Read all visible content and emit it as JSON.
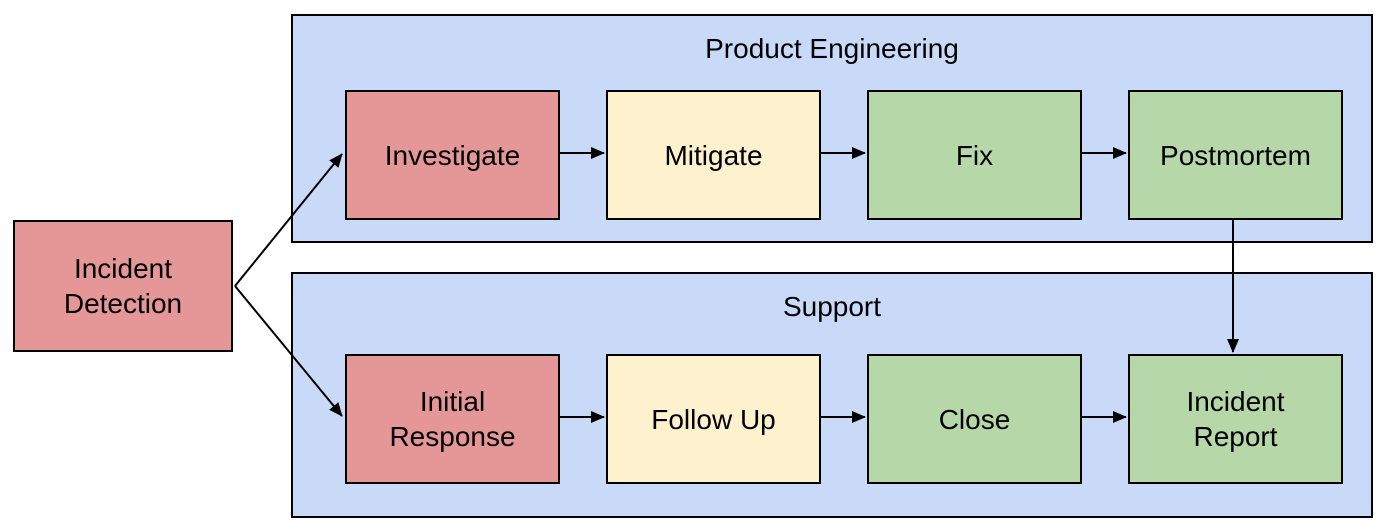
{
  "diagram": {
    "nodes": {
      "incident_detection": "Incident\nDetection",
      "investigate": "Investigate",
      "mitigate": "Mitigate",
      "fix": "Fix",
      "postmortem": "Postmortem",
      "initial_response": "Initial\nResponse",
      "follow_up": "Follow Up",
      "close": "Close",
      "incident_report": "Incident\nReport"
    },
    "groups": {
      "product_engineering": "Product Engineering",
      "support": "Support"
    },
    "edges": [
      {
        "from": "incident_detection",
        "to": "investigate"
      },
      {
        "from": "incident_detection",
        "to": "initial_response"
      },
      {
        "from": "investigate",
        "to": "mitigate"
      },
      {
        "from": "mitigate",
        "to": "fix"
      },
      {
        "from": "fix",
        "to": "postmortem"
      },
      {
        "from": "postmortem",
        "to": "incident_report"
      },
      {
        "from": "initial_response",
        "to": "follow_up"
      },
      {
        "from": "follow_up",
        "to": "close"
      },
      {
        "from": "close",
        "to": "incident_report"
      }
    ],
    "colors": {
      "red": "#e59696",
      "yellow": "#fdf2cd",
      "green": "#b6d7a8",
      "blue": "#c9daf8",
      "stroke": "#000000",
      "text": "#000000",
      "background": "#ffffff"
    }
  }
}
